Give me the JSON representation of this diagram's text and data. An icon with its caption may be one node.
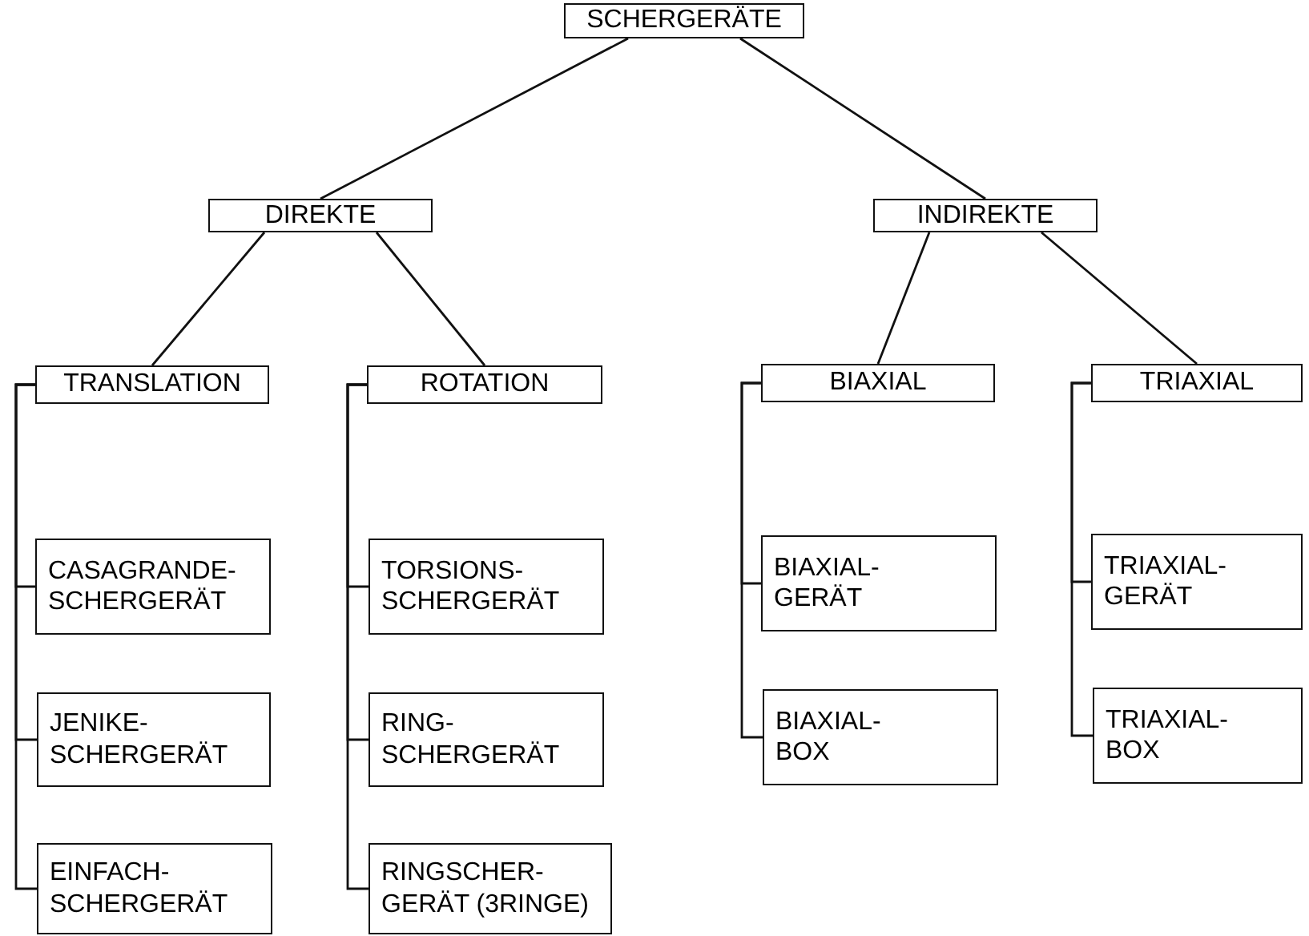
{
  "diagram": {
    "nodes": [
      {
        "text": [
          "SCHERGERÄTE"
        ]
      },
      {
        "text": [
          "DIREKTE"
        ]
      },
      {
        "text": [
          "INDIREKTE"
        ]
      },
      {
        "text": [
          "TRANSLATION"
        ]
      },
      {
        "text": [
          "ROTATION"
        ]
      },
      {
        "text": [
          "BIAXIAL"
        ]
      },
      {
        "text": [
          "TRIAXIAL"
        ]
      },
      {
        "text": [
          "CASAGRANDE- SCHERGERÄT"
        ]
      },
      {
        "text": [
          "JENIKE- SCHERGERÄT"
        ]
      },
      {
        "text": [
          "EINFACH- SCHERGERÄT"
        ]
      },
      {
        "text": [
          "TORSIONS- SCHERGERÄT"
        ]
      },
      {
        "text": [
          "RING- SCHERGERÄT"
        ]
      },
      {
        "text": [
          "RINGSCHER- GERÄT (3RINGE)"
        ]
      },
      {
        "text": [
          "BIAXIAL- GERÄT"
        ]
      },
      {
        "text": [
          "BIAXIAL- BOX"
        ]
      },
      {
        "text": [
          "TRIAXIAL- GERÄT"
        ]
      },
      {
        "text": [
          "TRIAXIAL- BOX"
        ]
      }
    ],
    "edges": [
      {
        "from": 0,
        "to": 1,
        "arrow": "none"
      },
      {
        "from": 0,
        "to": 2,
        "arrow": "none"
      },
      {
        "from": 1,
        "to": 3,
        "arrow": "none"
      },
      {
        "from": 1,
        "to": 4,
        "arrow": "none"
      },
      {
        "from": 2,
        "to": 5,
        "arrow": "none"
      },
      {
        "from": 2,
        "to": 6,
        "arrow": "none"
      },
      {
        "from": 3,
        "to": 7,
        "arrow": "none"
      },
      {
        "from": 3,
        "to": 8,
        "arrow": "none"
      },
      {
        "from": 3,
        "to": 9,
        "arrow": "none"
      },
      {
        "from": 4,
        "to": 10,
        "arrow": "none"
      },
      {
        "from": 4,
        "to": 11,
        "arrow": "none"
      },
      {
        "from": 4,
        "to": 12,
        "arrow": "none"
      },
      {
        "from": 5,
        "to": 13,
        "arrow": "none"
      },
      {
        "from": 5,
        "to": 14,
        "arrow": "none"
      },
      {
        "from": 6,
        "to": 15,
        "arrow": "none"
      },
      {
        "from": 6,
        "to": 16,
        "arrow": "none"
      }
    ]
  }
}
